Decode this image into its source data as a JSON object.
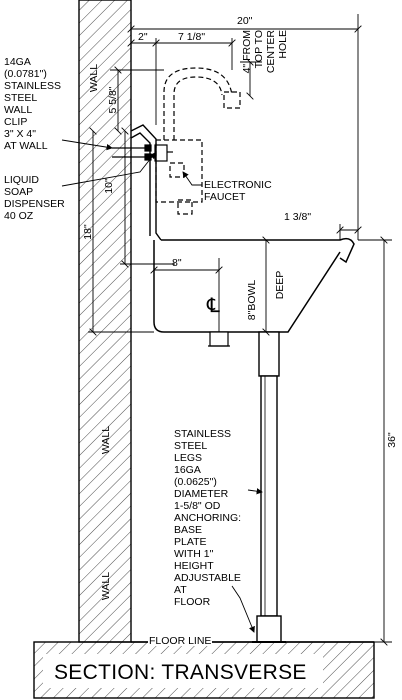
{
  "title": "SECTION: TRANSVERSE",
  "floor_label": "FLOOR LINE",
  "wall_labels": [
    "WALL",
    "WALL",
    "WALL"
  ],
  "clip_label": [
    "14GA",
    "(0.0781\")",
    "STAINLESS",
    "STEEL",
    "WALL",
    "CLIP",
    "3\" X 4\"",
    "AT WALL"
  ],
  "soap_label": [
    "LIQUID",
    "SOAP",
    "DISPENSER",
    "40 OZ"
  ],
  "faucet_label": [
    "ELECTRONIC",
    "FAUCET"
  ],
  "top_note": [
    "4\" FROM",
    "TOP TO",
    "CENTER",
    "HOLE"
  ],
  "bowl_label": [
    "8\"BOWL",
    "DEEP"
  ],
  "legs_label": [
    "STAINLESS",
    "STEEL",
    "LEGS",
    "16GA",
    "(0.0625\")",
    "DIAMETER",
    "1-5/8\" OD",
    "ANCHORING:",
    "BASE",
    "PLATE",
    "WITH 1\"",
    "HEIGHT",
    "ADJUSTABLE",
    "AT",
    "FLOOR"
  ],
  "dimensions": {
    "overall_depth": "20\"",
    "wall_offset": "2\"",
    "spout_reach": "7 1/8\"",
    "clip_height": "5 5/8\"",
    "dispenser_height": "10\"",
    "backsplash_height": "18\"",
    "rim_return": "1 3/8\"",
    "drain_offset": "8\"",
    "rim_height": "36\""
  },
  "drain_symbol": "℄"
}
